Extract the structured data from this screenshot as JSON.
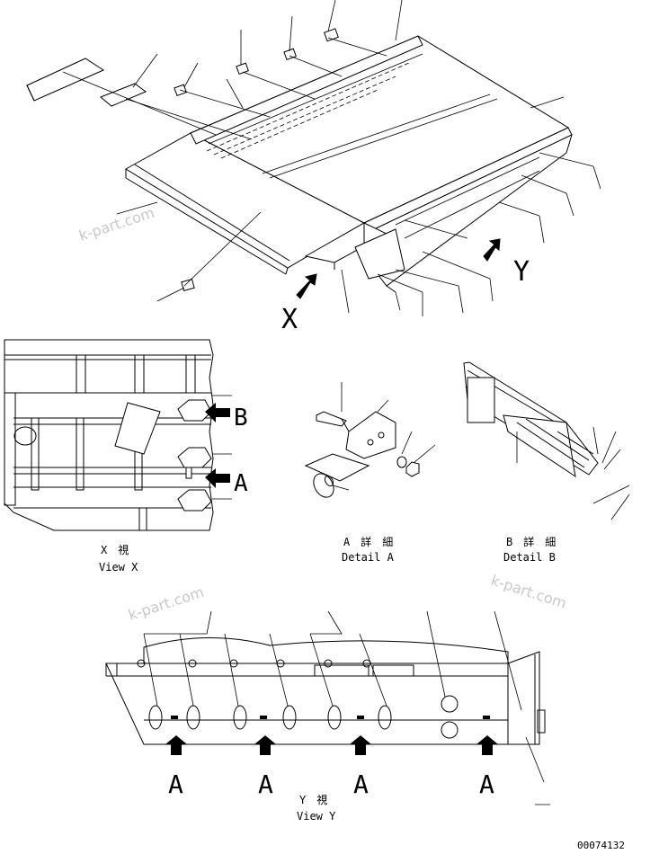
{
  "watermark": "k-part.com",
  "views": {
    "x": {
      "letter": "X",
      "jp": "X　視",
      "en": "View X"
    },
    "y": {
      "letter": "Y",
      "jp": "Y　視",
      "en": "View Y"
    }
  },
  "details": {
    "a": {
      "letter": "A",
      "jp": "A　詳　細",
      "en": "Detail A"
    },
    "b": {
      "letter": "B",
      "jp": "B　詳　細",
      "en": "Detail B"
    }
  },
  "callouts": {
    "a": "A",
    "b": "B"
  },
  "drawing_number": "00074132"
}
